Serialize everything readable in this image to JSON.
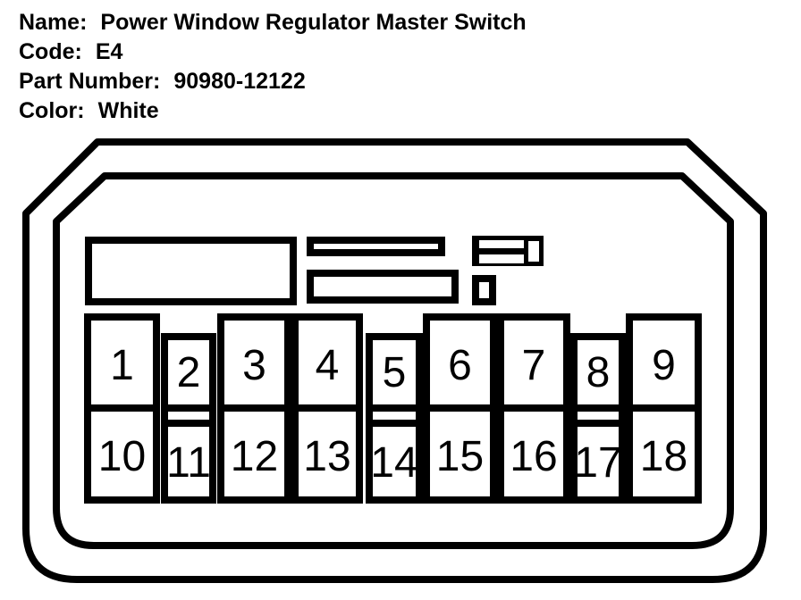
{
  "colors": {
    "ink": "#000000",
    "paper": "#ffffff"
  },
  "header": {
    "fields": [
      {
        "label": "Name:",
        "value": "Power Window Regulator Master Switch"
      },
      {
        "label": "Code:",
        "value": "E4"
      },
      {
        "label": "Part Number:",
        "value": "90980-12122"
      },
      {
        "label": "Color:",
        "value": "White"
      }
    ]
  },
  "connector": {
    "pins": [
      {
        "number": "1"
      },
      {
        "number": "2"
      },
      {
        "number": "3"
      },
      {
        "number": "4"
      },
      {
        "number": "5"
      },
      {
        "number": "6"
      },
      {
        "number": "7"
      },
      {
        "number": "8"
      },
      {
        "number": "9"
      },
      {
        "number": "10"
      },
      {
        "number": "11"
      },
      {
        "number": "12"
      },
      {
        "number": "13"
      },
      {
        "number": "14"
      },
      {
        "number": "15"
      },
      {
        "number": "16"
      },
      {
        "number": "17"
      },
      {
        "number": "18"
      }
    ]
  }
}
